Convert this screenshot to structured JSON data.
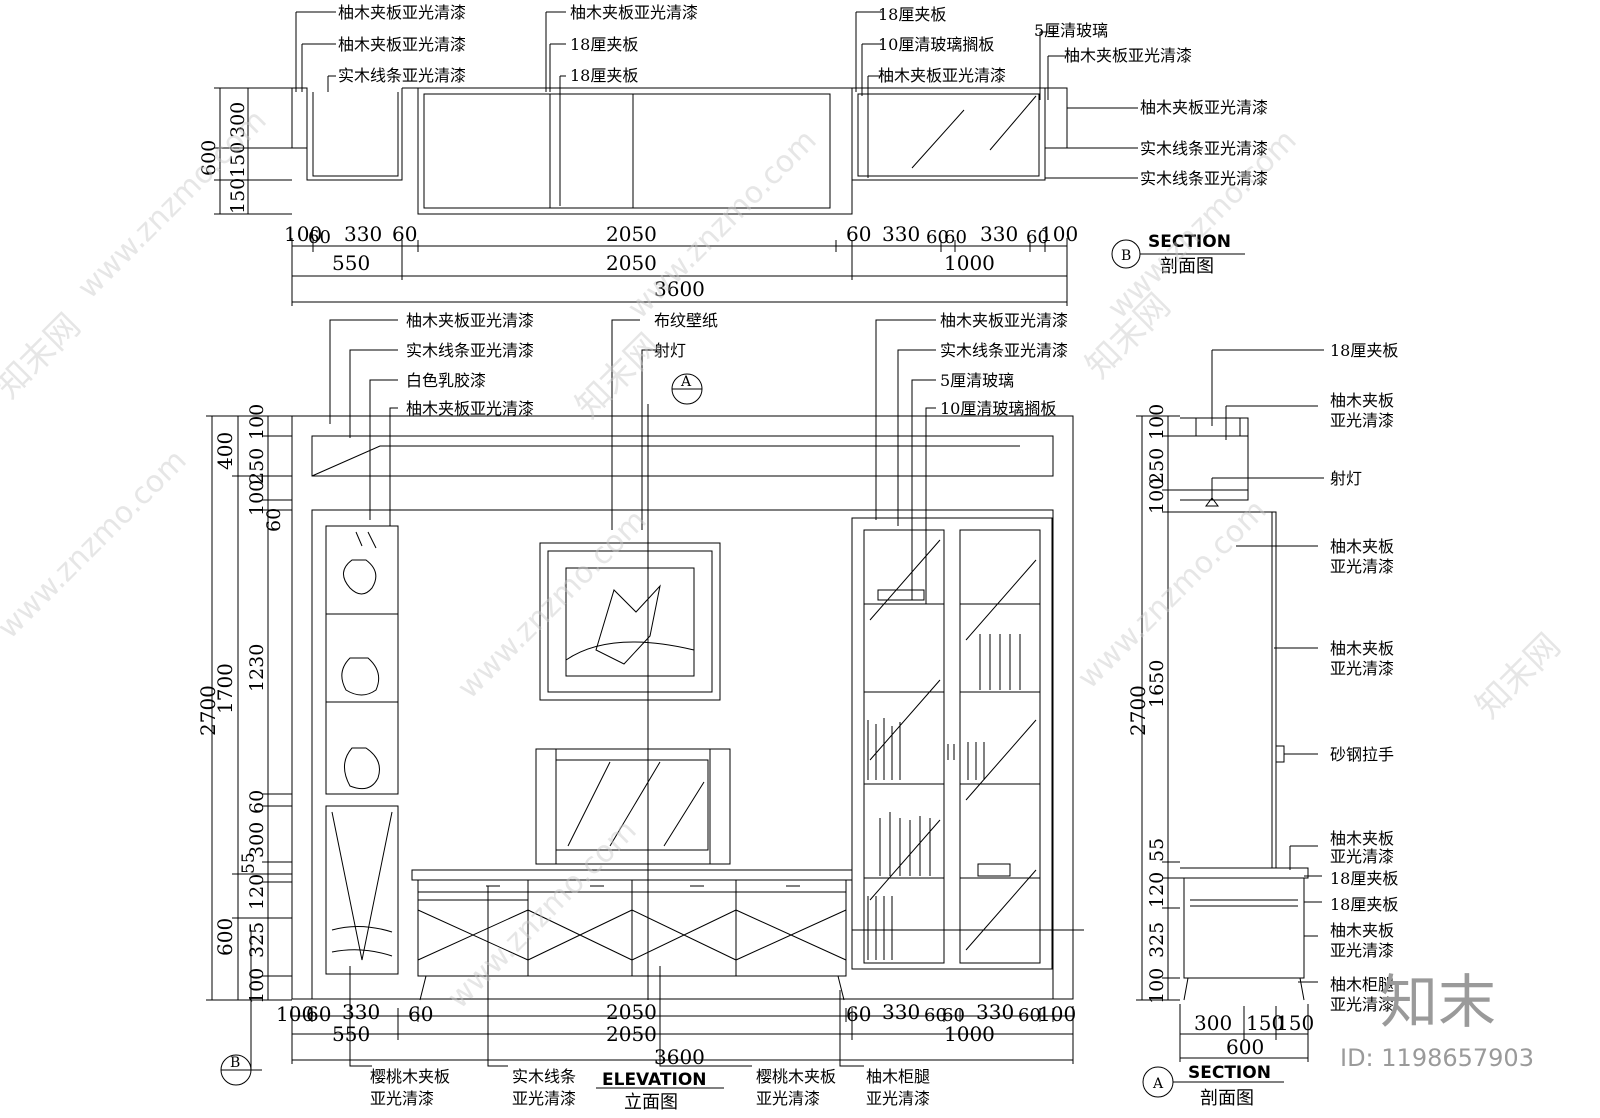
{
  "section_b": {
    "title_en": "SECTION",
    "title_zh": "剖面图",
    "marker": "B",
    "labels_left": [
      "柚木夹板亚光清漆",
      "柚木夹板亚光清漆",
      "实木线条亚光清漆"
    ],
    "labels_mid": [
      "柚木夹板亚光清漆",
      "18厘夹板",
      "18厘夹板"
    ],
    "labels_right_top": [
      "18厘夹板",
      "10厘清玻璃搁板",
      "柚木夹板亚光清漆"
    ],
    "labels_glass": [
      "5厘清玻璃",
      "柚木夹板亚光清漆"
    ],
    "labels_right": [
      "柚木夹板亚光清漆",
      "实木线条亚光清漆",
      "实木线条亚光清漆"
    ],
    "dims_vertical": [
      "600",
      "300",
      "150",
      "150"
    ],
    "dims_row1": [
      "100",
      "60",
      "330",
      "60",
      "2050",
      "60",
      "330",
      "60",
      "60",
      "330",
      "60",
      "100"
    ],
    "dims_row2": [
      "550",
      "2050",
      "1000"
    ],
    "dims_total": "3600"
  },
  "elevation": {
    "title_en": "ELEVATION",
    "title_zh": "立面图",
    "marker_a": "A",
    "marker_b": "B",
    "labels_top_left": [
      "柚木夹板亚光清漆",
      "实木线条亚光清漆",
      "白色乳胶漆",
      "柚木夹板亚光清漆"
    ],
    "labels_top_mid": [
      "布纹壁纸",
      "射灯"
    ],
    "labels_top_right": [
      "柚木夹板亚光清漆",
      "实木线条亚光清漆",
      "5厘清玻璃",
      "10厘清玻璃搁板"
    ],
    "labels_bottom": [
      {
        "l1": "樱桃木夹板",
        "l2": "亚光清漆"
      },
      {
        "l1": "实木线条",
        "l2": "亚光清漆"
      },
      {
        "l1": "樱桃木夹板",
        "l2": "亚光清漆"
      },
      {
        "l1": "柚木柜腿",
        "l2": "亚光清漆"
      }
    ],
    "dims_left_outer": [
      "2700"
    ],
    "dims_left_mid": [
      "400",
      "1700",
      "600"
    ],
    "dims_left_inner": [
      "100",
      "250",
      "100",
      "60",
      "1230",
      "60",
      "300",
      "55",
      "120",
      "325",
      "100"
    ],
    "dims_row1": [
      "100",
      "60",
      "330",
      "60",
      "2050",
      "60",
      "330",
      "60",
      "60",
      "330",
      "60",
      "100"
    ],
    "dims_row2": [
      "550",
      "2050",
      "1000"
    ],
    "dims_total": "3600"
  },
  "section_a": {
    "title_en": "SECTION",
    "title_zh": "剖面图",
    "marker": "A",
    "labels": [
      {
        "l1": "18厘夹板",
        "l2": ""
      },
      {
        "l1": "柚木夹板",
        "l2": "亚光清漆"
      },
      {
        "l1": "射灯",
        "l2": ""
      },
      {
        "l1": "柚木夹板",
        "l2": "亚光清漆"
      },
      {
        "l1": "柚木夹板",
        "l2": "亚光清漆"
      },
      {
        "l1": "砂钢拉手",
        "l2": ""
      },
      {
        "l1": "柚木夹板",
        "l2": "亚光清漆"
      },
      {
        "l1": "18厘夹板",
        "l2": ""
      },
      {
        "l1": "18厘夹板",
        "l2": ""
      },
      {
        "l1": "柚木夹板",
        "l2": "亚光清漆"
      },
      {
        "l1": "柚木柜腿",
        "l2": "亚光清漆"
      }
    ],
    "dims_vertical_outer": "2700",
    "dims_vertical_inner": [
      "100",
      "250",
      "100",
      "1650",
      "55",
      "120",
      "325",
      "100"
    ],
    "dims_bottom": [
      "300",
      "150",
      "150"
    ],
    "dims_total": "600"
  },
  "watermark": {
    "site": "www.znzmo.com",
    "brand": "知末网",
    "logo": "知末",
    "id_text": "ID: 1198657903"
  }
}
